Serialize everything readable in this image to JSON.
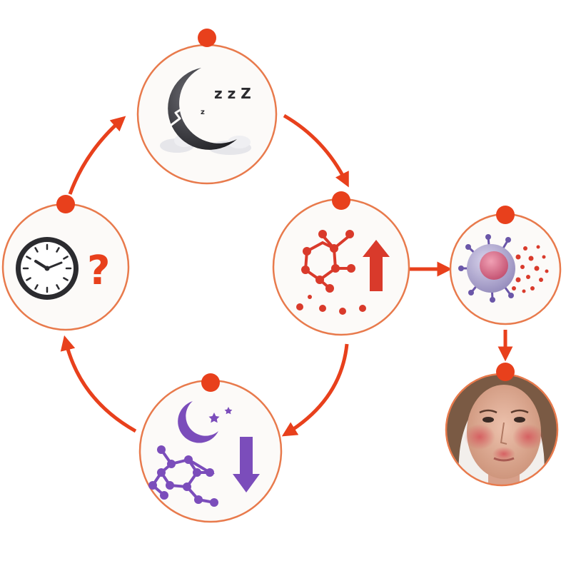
{
  "colors": {
    "accent": "#e8401c",
    "ring": "#e87a4c",
    "node_fill": "#fcfaf8",
    "molecule_red": "#d93a2b",
    "molecule_purple": "#7b4dbb",
    "dark_icon": "#2b2b2f",
    "skin": "#e6b29b",
    "rash": "#d5545a"
  },
  "nodes": [
    {
      "id": "disrupted-sleep",
      "icon": "broken-moon-sleep-icon",
      "label": ""
    },
    {
      "id": "molecule-increase",
      "icon": "red-molecule-up-arrow-icon",
      "label": ""
    },
    {
      "id": "melatonin-decrease",
      "icon": "purple-moon-molecule-down-arrow-icon",
      "label": ""
    },
    {
      "id": "circadian-confusion",
      "icon": "clock-question-icon",
      "label": ""
    },
    {
      "id": "immune-activation",
      "icon": "immune-cell-cytokine-icon",
      "label": ""
    },
    {
      "id": "skin-flare",
      "icon": "face-redness-photo",
      "label": ""
    }
  ],
  "edges": [
    {
      "from": "disrupted-sleep",
      "to": "molecule-increase"
    },
    {
      "from": "molecule-increase",
      "to": "melatonin-decrease"
    },
    {
      "from": "melatonin-decrease",
      "to": "circadian-confusion"
    },
    {
      "from": "circadian-confusion",
      "to": "disrupted-sleep"
    },
    {
      "from": "molecule-increase",
      "to": "immune-activation"
    },
    {
      "from": "immune-activation",
      "to": "skin-flare"
    }
  ],
  "glyphs": {
    "zzz": "z z Z",
    "small_z": "z",
    "question": "?"
  }
}
